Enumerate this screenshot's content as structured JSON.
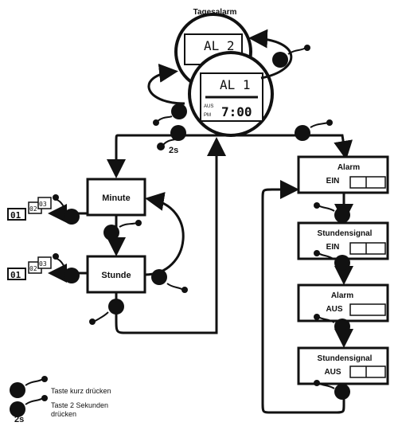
{
  "title": "Tagesalarm",
  "watch": {
    "back_display": "AL 2",
    "front_display": "AL 1",
    "front_small": "AUS",
    "front_time": "7:00",
    "front_pm": "PM"
  },
  "left_boxes": {
    "minute": "Minute",
    "stunde": "Stunde"
  },
  "right_boxes": [
    {
      "line1": "Alarm",
      "line2": "EIN"
    },
    {
      "line1": "Stundensignal",
      "line2": "EIN"
    },
    {
      "line1": "Alarm",
      "line2": "AUS"
    },
    {
      "line1": "Stundensignal",
      "line2": "AUS"
    }
  ],
  "labels": {
    "two_seconds": "2s",
    "counter_start": "01",
    "counter_next": "02",
    "counter_last": "03"
  },
  "legend": {
    "short_press": "Taste kurz drücken",
    "two_sec_suffix": "2s",
    "long_press_line1": "Taste 2 Sekunden",
    "long_press_line2": "drücken"
  }
}
